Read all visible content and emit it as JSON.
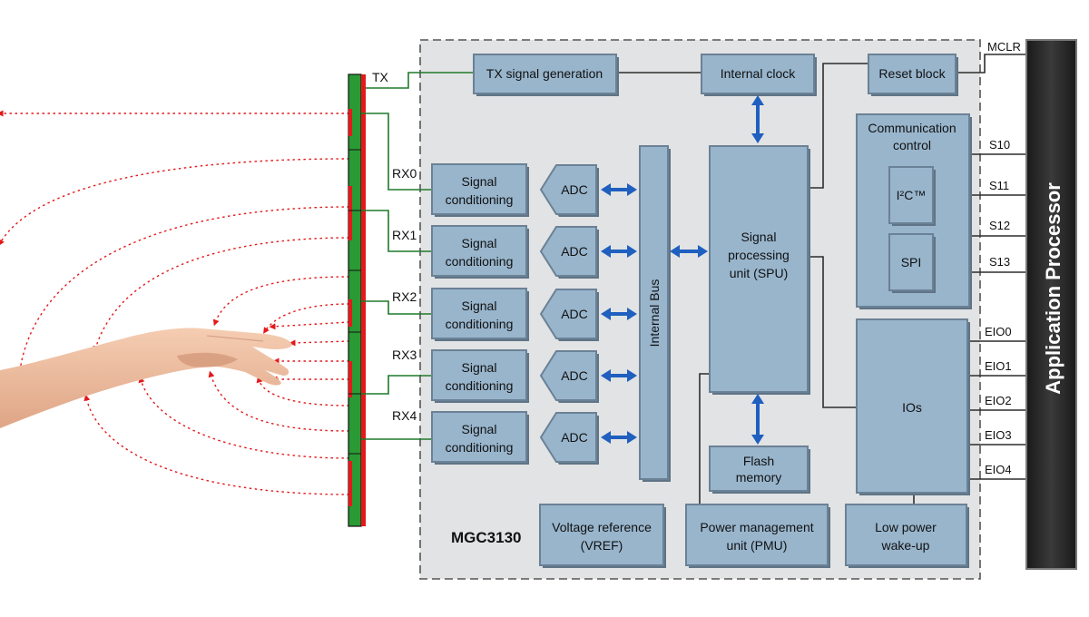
{
  "chip": {
    "name": "MGC3130",
    "blocks": {
      "tx_signal_generation": "TX signal generation",
      "internal_clock": "Internal clock",
      "reset_block": "Reset block",
      "communication_control_line1": "Communication",
      "communication_control_line2": "control",
      "i2c": "I²C™",
      "spi": "SPI",
      "signal_conditioning_line1": "Signal",
      "signal_conditioning_line2": "conditioning",
      "adc": "ADC",
      "internal_bus": "Internal Bus",
      "spu_line1": "Signal",
      "spu_line2": "processing",
      "spu_line3": "unit (SPU)",
      "flash_line1": "Flash",
      "flash_line2": "memory",
      "ios": "IOs",
      "vref_line1": "Voltage reference",
      "vref_line2": "(VREF)",
      "pmu_line1": "Power management",
      "pmu_line2": "unit (PMU)",
      "lowpower_line1": "Low power",
      "lowpower_line2": "wake-up"
    }
  },
  "electrodes": {
    "tx": "TX",
    "rx": [
      "RX0",
      "RX1",
      "RX2",
      "RX3",
      "RX4"
    ]
  },
  "pins": {
    "mclr": "MCLR",
    "serial": [
      "S10",
      "S11",
      "S12",
      "S13"
    ],
    "eio": [
      "EIO0",
      "EIO1",
      "EIO2",
      "EIO3",
      "EIO4"
    ]
  },
  "application_processor": "Application Processor",
  "colors": {
    "block_fill": "#98b5cc",
    "bus_arrow": "#1f5fbf",
    "field_lines": "#e3191b",
    "electrode_pcb": "#2a9a35",
    "processor_bar": "#2b2b2b"
  }
}
